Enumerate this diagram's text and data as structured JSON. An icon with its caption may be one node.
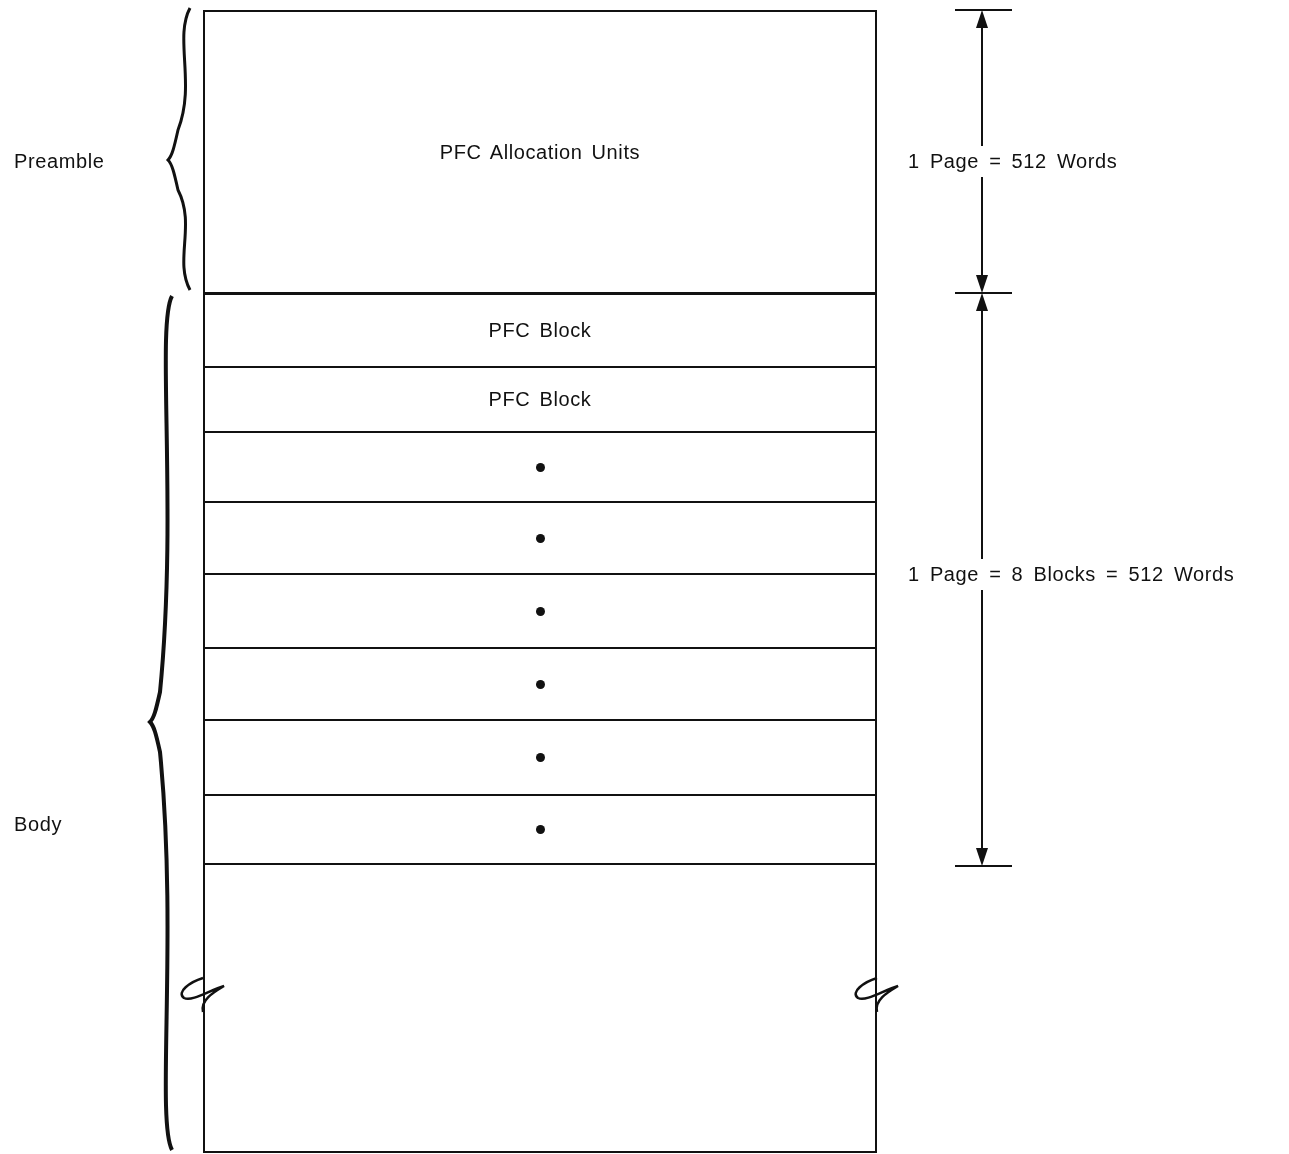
{
  "diagram": {
    "nodes": [
      {
        "text": [
          "PFC Allocation Units"
        ]
      },
      {
        "text": [
          "PFC Block"
        ]
      },
      {
        "text": [
          "PFC Block"
        ]
      },
      {
        "text": [],
        "shape": "box"
      },
      {
        "text": [],
        "shape": "box"
      },
      {
        "text": [],
        "shape": "box"
      },
      {
        "text": [],
        "shape": "box"
      },
      {
        "text": [],
        "shape": "box"
      },
      {
        "text": [],
        "shape": "box"
      },
      {
        "text": [],
        "shape": "box"
      }
    ],
    "labels": [
      "Preamble",
      "Body",
      "1 Page = 512 Words",
      "1 Page = 8 Blocks = 512 Words"
    ]
  }
}
